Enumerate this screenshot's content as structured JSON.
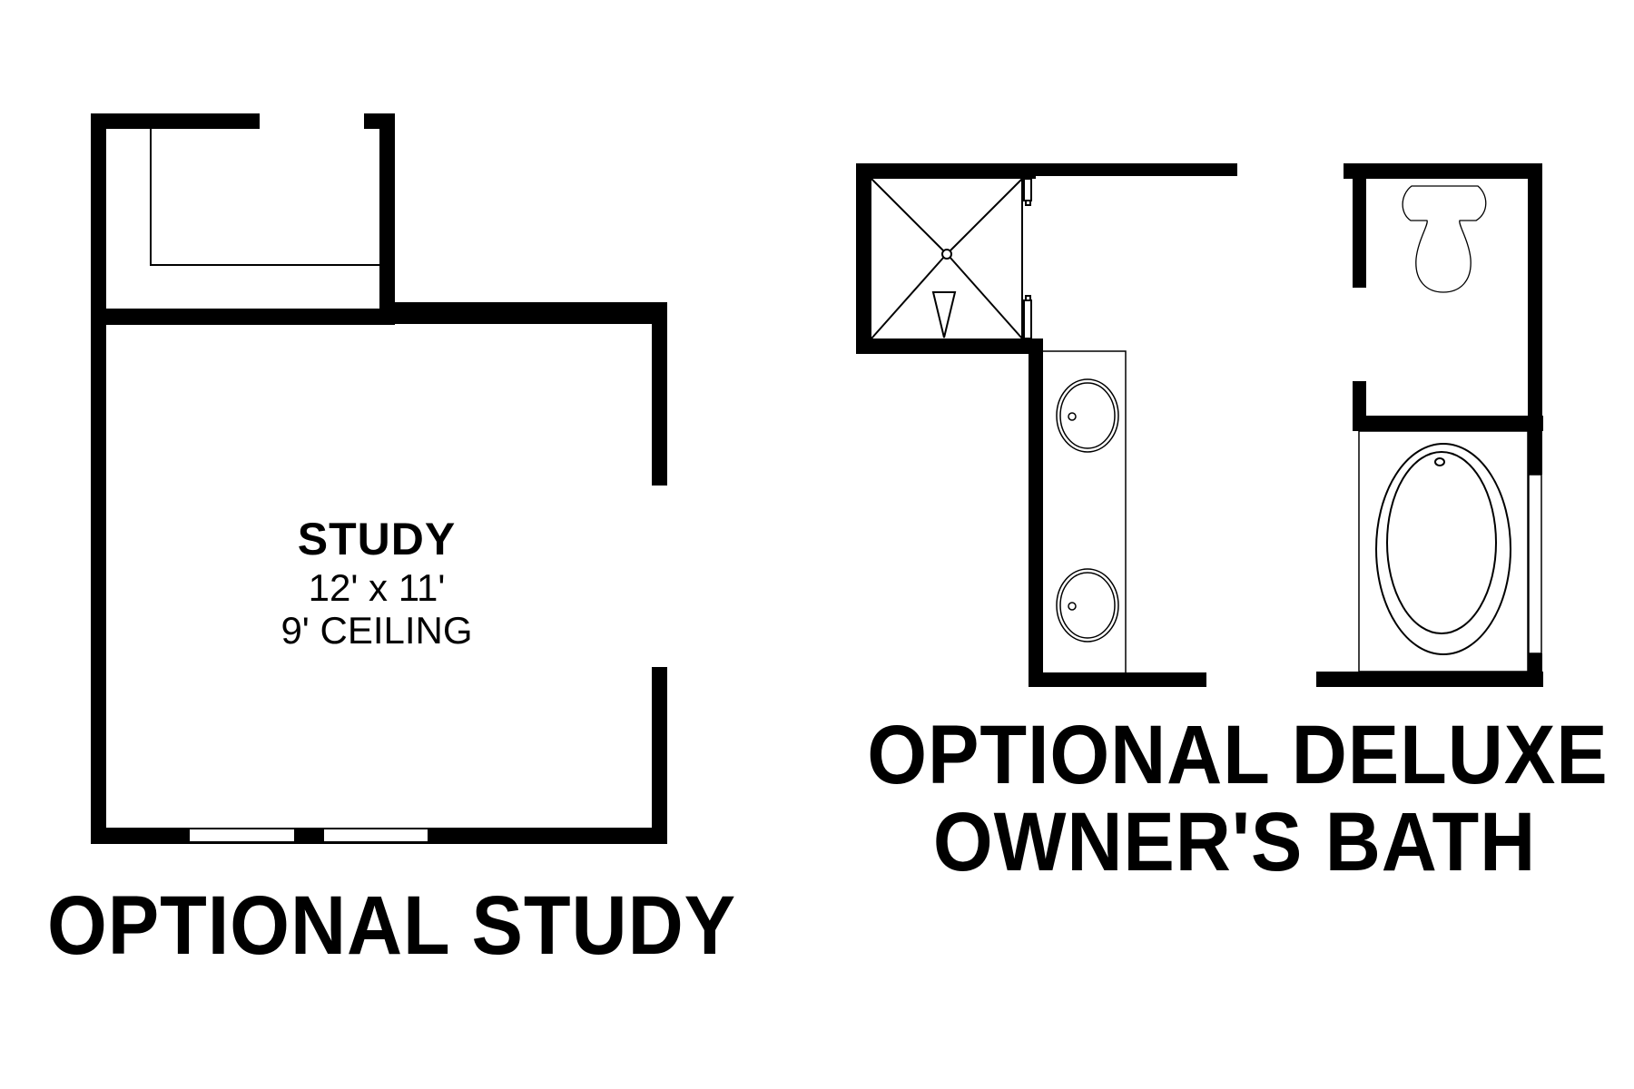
{
  "colors": {
    "wall": "#000000",
    "background": "#ffffff",
    "fixture_line": "#000000"
  },
  "study_plan": {
    "title": "OPTIONAL STUDY",
    "room": {
      "name": "STUDY",
      "dimensions": "12' x 11'",
      "ceiling": "9' CEILING"
    },
    "features": [
      "closet",
      "door-opening",
      "window",
      "window"
    ]
  },
  "bath_plan": {
    "title_line1": "OPTIONAL DELUXE",
    "title_line2": "OWNER'S BATH",
    "features": [
      "shower",
      "double-vanity",
      "sink",
      "sink",
      "toilet",
      "garden-tub",
      "window"
    ]
  }
}
